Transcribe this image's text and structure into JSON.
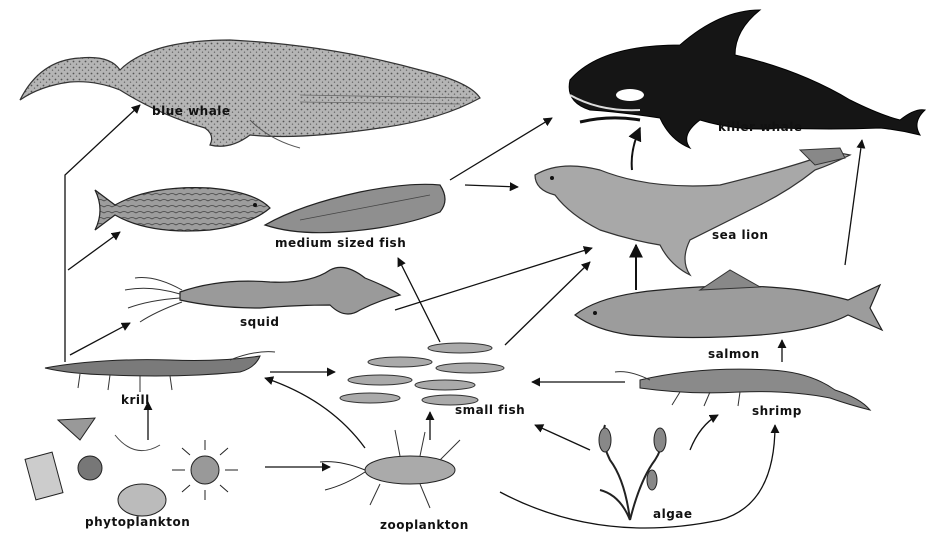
{
  "labels": {
    "blue_whale": "blue whale",
    "killer_whale": "killer whale",
    "medium_fish": "medium sized fish",
    "sea_lion": "sea lion",
    "squid": "squid",
    "salmon": "salmon",
    "krill": "krill",
    "small_fish": "small fish",
    "shrimp": "shrimp",
    "phytoplankton": "phytoplankton",
    "zooplankton": "zooplankton",
    "algae": "algae"
  },
  "colors": {
    "ink": "#111111",
    "blue_whale_fill": "#9a9a9a",
    "killer_whale_fill": "#151515",
    "sea_lion_fill": "#a8a8a8",
    "fish_fill": "#8f8f8f",
    "salmon_fill": "#9c9c9c",
    "krill_fill": "#7a7a7a"
  }
}
